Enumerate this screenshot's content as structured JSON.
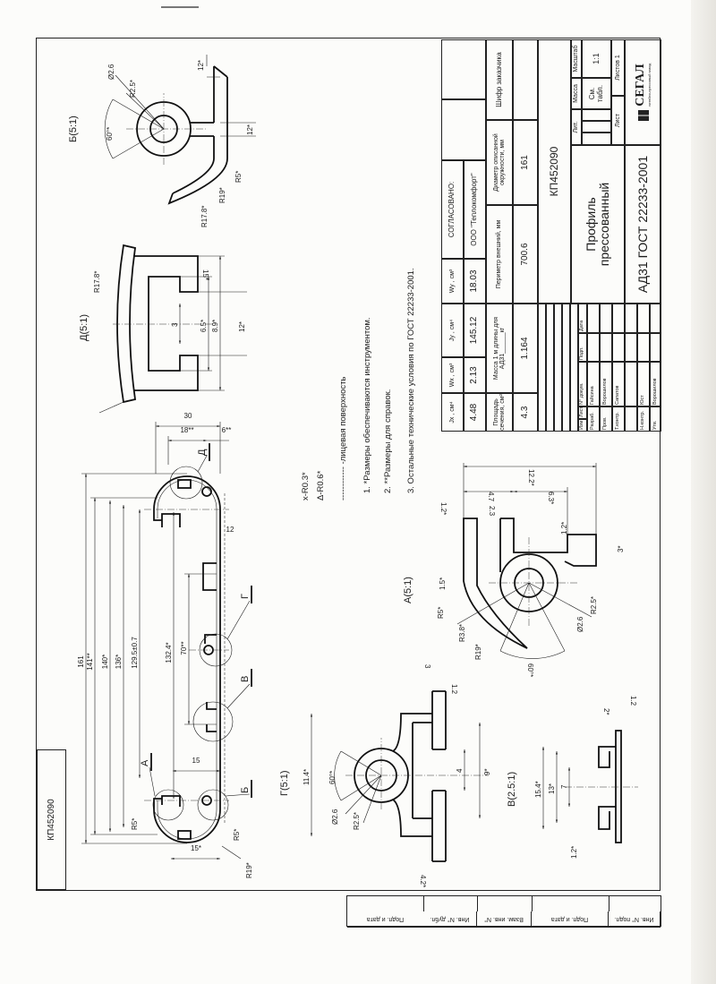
{
  "title_block": {
    "prop_headers": [
      "Jx , см⁴",
      "Wx , см³",
      "Jy , см⁴",
      "Wy , см³"
    ],
    "prop_values": [
      "4.48",
      "2.13",
      "145.12",
      "18.03"
    ],
    "agreed_label": "СОГЛАСОВАНО:",
    "agreed_org": "ООО \"Теплокомфорт\"",
    "area_label": "Площадь сечения, см²",
    "area": "4.3",
    "mass_label": "Масса 1 м длины для АД31______кг",
    "mass": "1.164",
    "perimeter_label": "Периметр внешний, мм",
    "perimeter": "700.6",
    "diameter_label": "Диаметр описанной окружности, мм",
    "diameter": "161",
    "customer_code_label": "Шифр заказчика",
    "doc_number": "КП452090",
    "name": "Профиль прессованный",
    "material": "АД31 ГОСТ 22233-2001",
    "lit_label": "Лит.",
    "mass_col_label": "Масса",
    "scale_label": "Масштаб",
    "mass_value": "См. табл.",
    "scale": "1:1",
    "sheet_label": "Лист",
    "sheets_label": "Листов 1",
    "company": "СЕГАЛ",
    "company_sub": "литейно-прессовый завод",
    "sig_headers": [
      "Изм",
      "Лист",
      "N° докум.",
      "Подп.",
      "Дата"
    ],
    "signatures": [
      {
        "role": "Разраб.",
        "name": "Гайсина"
      },
      {
        "role": "Пров.",
        "name": "Ворошилов"
      },
      {
        "role": "Т.контр.",
        "name": "Сапатов"
      },
      {
        "role": "",
        "name": ""
      },
      {
        "role": "Н.контр.",
        "name": "Юст"
      },
      {
        "role": "Утв.",
        "name": "Ворошилов"
      }
    ]
  },
  "stamp": {
    "doc_number": "КП452090"
  },
  "notes": {
    "legend_x": "x-R0.3*",
    "legend_tri": "Δ-R0.6*",
    "legend_face": "------------ -лицевая поверхность",
    "items": [
      "1. *Размеры обеспечиваются инструментом.",
      "2. **Размеры для справок.",
      "3. Остальные технические условия по ГОСТ 22233-2001."
    ]
  },
  "main_view": {
    "callouts": [
      "Д",
      "Г",
      "В",
      "А",
      "Б"
    ],
    "dims": [
      "161",
      "141**",
      "140*",
      "136*",
      "129.5±0.7",
      "132.4*",
      "70**",
      "30",
      "18**",
      "6**",
      "12",
      "15",
      "15*",
      "R5*",
      "R19*",
      "R5*"
    ]
  },
  "view_b": {
    "title": "Б(5:1)",
    "dims": [
      "12*",
      "Ø2.6",
      "R2.5*",
      "60°*",
      "12*",
      "R5*",
      "R19*",
      "R17.8*"
    ]
  },
  "view_d": {
    "title": "Д(5:1)",
    "dims": [
      "R17.8*",
      "15*",
      "3",
      "6.5*",
      "8.9*",
      "12*"
    ]
  },
  "view_a": {
    "title": "А(5:1)",
    "dims": [
      "12.2*",
      "6.3*",
      "4.7",
      "2.3",
      "1.2*",
      "1.2*",
      "3*",
      "R2.5*",
      "Ø2.6",
      "R3.8*",
      "R19*",
      "60°*",
      "R5*",
      "1.5*"
    ]
  },
  "view_g": {
    "title": "Г(5:1)",
    "dims": [
      "11.4*",
      "60°*",
      "Ø2.6",
      "R2.5*",
      "4",
      "9*",
      "3",
      "1.2",
      "4.2*"
    ]
  },
  "view_v": {
    "title": "В(2.5:1)",
    "dims": [
      "15.4*",
      "13*",
      "7",
      "1.2",
      "1.2*",
      "2*"
    ]
  },
  "side_strip": [
    "Подп. и дата",
    "Инв. N° дубл.",
    "Взам. инв. N°",
    "Подп. и дата",
    "Инв. N° подл."
  ]
}
